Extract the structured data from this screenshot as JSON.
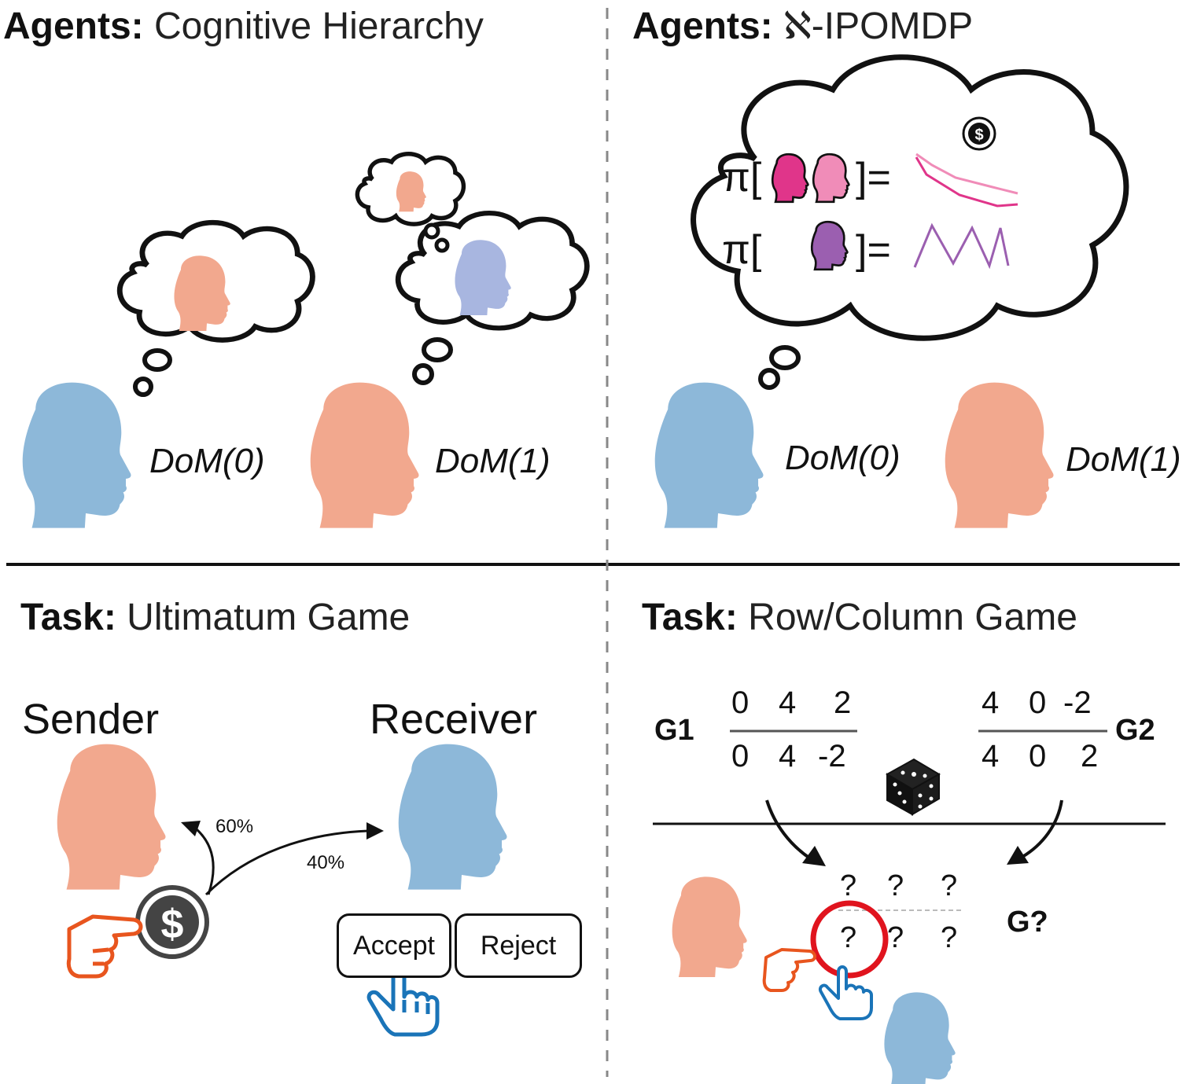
{
  "panels": {
    "top_left": {
      "title_bold": "Agents:",
      "title_rest": "Cognitive Hierarchy",
      "dom0": "DoM(0)",
      "dom1": "DoM(1)"
    },
    "top_right": {
      "title_bold": "Agents:",
      "title_rest": "ℵ-IPOMDP",
      "pi1": "π[",
      "pi1_close": "]=",
      "pi2": "π[",
      "pi2_close": "]=",
      "dom0": "DoM(0)",
      "dom1": "DoM(1)"
    },
    "bottom_left": {
      "title_bold": "Task:",
      "title_rest": "Ultimatum Game",
      "sender": "Sender",
      "receiver": "Receiver",
      "pct_60": "60%",
      "pct_40": "40%",
      "accept": "Accept",
      "reject": "Reject"
    },
    "bottom_right": {
      "title_bold": "Task:",
      "title_rest": "Row/Column Game",
      "g1": "G1",
      "g2": "G2",
      "gq": "G?",
      "g1_matrix": [
        [
          "0",
          "4",
          "2"
        ],
        [
          "0",
          "4",
          "-2"
        ]
      ],
      "g2_matrix": [
        [
          "4",
          "0",
          "-2"
        ],
        [
          "4",
          "0",
          "2"
        ]
      ],
      "unknown_matrix": [
        [
          "?",
          "?",
          "?"
        ],
        [
          "?",
          "?",
          "?"
        ]
      ]
    }
  },
  "colors": {
    "blue_head": "#8db8d9",
    "salmon_head": "#f2a88e",
    "purple_head": "#a8b6e0",
    "magenta": "#e0358a",
    "pink": "#f08cb8",
    "violet": "#9b5fb0",
    "orange_hand": "#e8551e",
    "blue_hand": "#1a74b8",
    "red_circle": "#e0141e",
    "coin": "#444444"
  },
  "icons": [
    "head-icon",
    "thought-cloud-icon",
    "dollar-coin-icon",
    "pointing-hand-icon",
    "click-hand-icon",
    "dice-icon"
  ]
}
